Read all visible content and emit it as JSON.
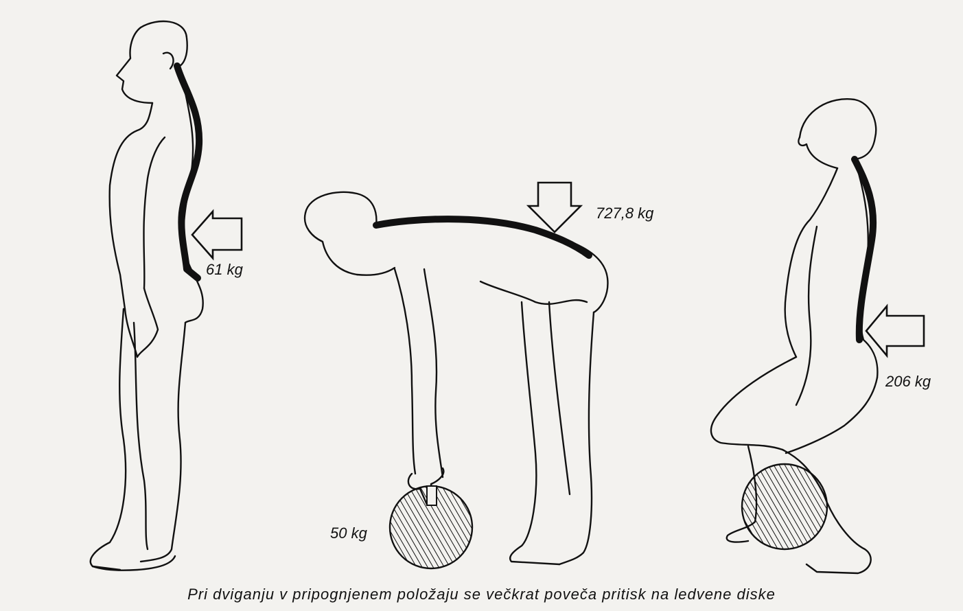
{
  "labels": {
    "standing_load": "61 kg",
    "bent_load": "727,8 kg",
    "squat_load": "206 kg",
    "weight": "50 kg"
  },
  "caption": "Pri dviganju v pripognjenem položaju se večkrat poveča pritisk na ledvene diske",
  "colors": {
    "background": "#f3f2ef",
    "ink": "#111111"
  }
}
